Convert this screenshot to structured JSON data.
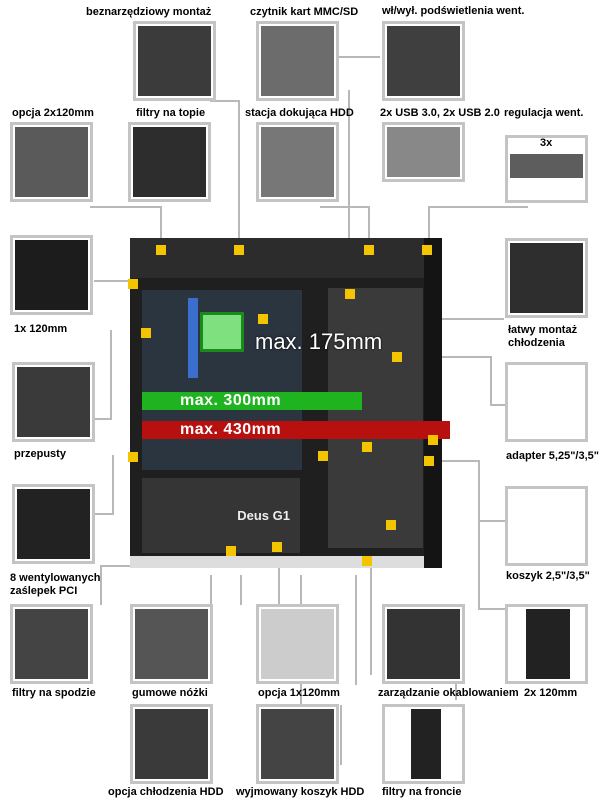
{
  "title": "Obudowa PC – funkcje",
  "labels": {
    "tool_free": "beznarzędziowy montaż",
    "card_reader": "czytnik kart MMC/SD",
    "led_switch": "wł/wył. podświetlenia went.",
    "opt_2x120": "opcja 2x120mm",
    "top_filters": "filtry na topie",
    "hdd_dock": "stacja dokująca HDD",
    "usb": "2x USB 3.0, 2x USB 2.0",
    "fan_control": "regulacja went.",
    "fan_control_count": "3x",
    "fan_1x120": "1x 120mm",
    "easy_cooling": "łatwy montaż chłodzenia",
    "grommets": "przepusty",
    "adapter": "adapter 5,25\"/3,5\"",
    "pci_slots": "8 wentylowanych zaślepek PCI",
    "cage_25_35": "koszyk 2,5\"/3,5\"",
    "bottom_filters": "filtry na spodzie",
    "rubber_feet": "gumowe nóżki",
    "opt_1x120": "opcja 1x120mm",
    "cable_mgmt": "zarządzanie okablowaniem",
    "fan_2x120": "2x 120mm",
    "hdd_cooling_opt": "opcja chłodzenia HDD",
    "removable_hdd_cage": "wyjmowany koszyk HDD",
    "front_filters": "filtry na froncie"
  },
  "dimensions": {
    "cpu_cooler": "max. 175mm",
    "gpu_green": "max. 300mm",
    "gpu_red": "max. 430mm"
  },
  "psu_brand": "Deus G1",
  "colors": {
    "marker": "#f5c400",
    "green_bar": "#1fb31f",
    "red_bar": "#b80f0f",
    "cube": "#7fe07f",
    "frame": "#c4c4c4"
  }
}
